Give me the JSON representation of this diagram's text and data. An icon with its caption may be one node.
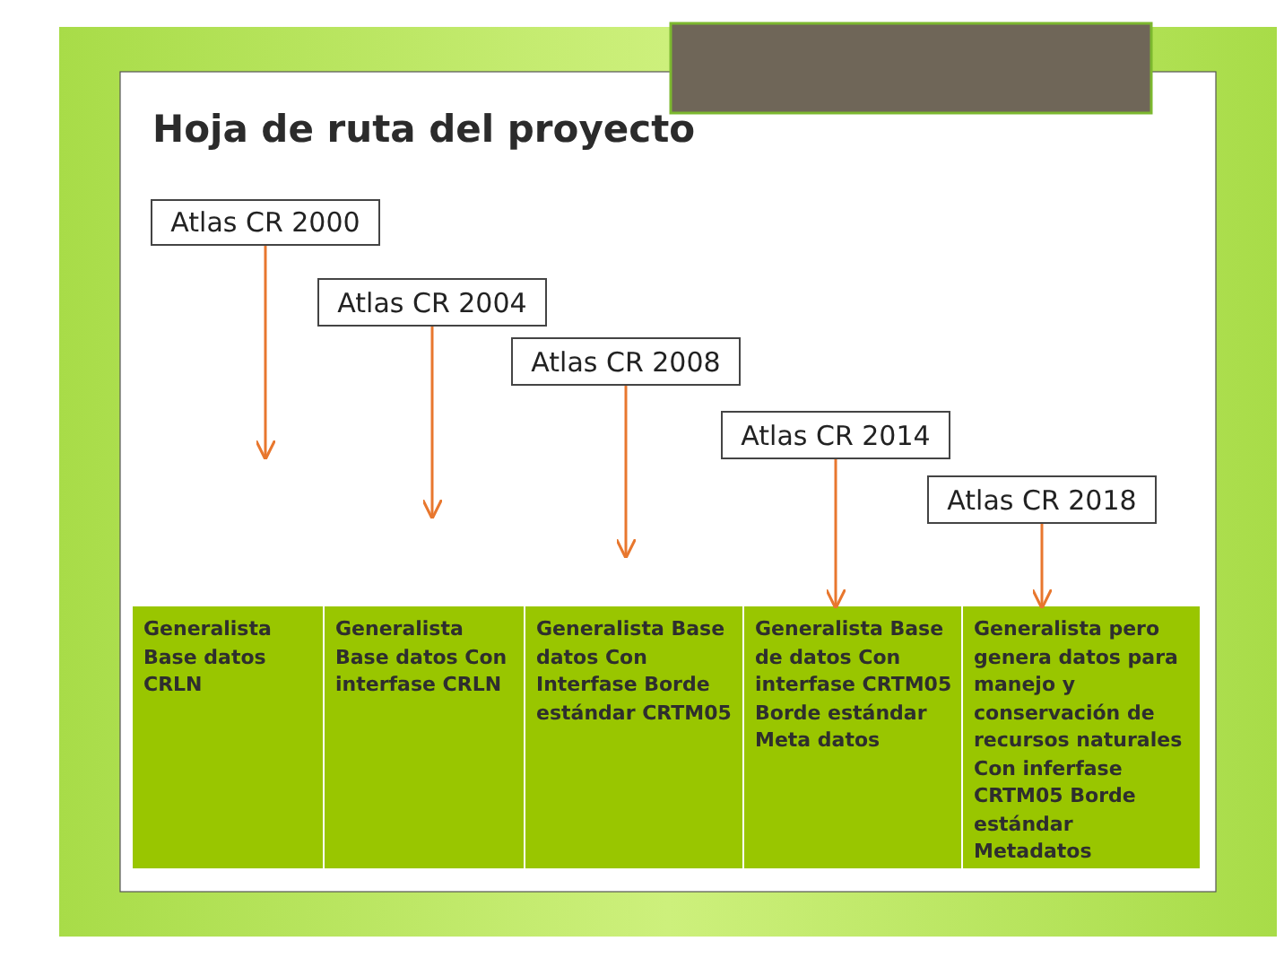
{
  "diagram": {
    "title": "Hoja de ruta del proyecto",
    "nodes": [
      {
        "text": [
          "Atlas CR 2000"
        ]
      },
      {
        "text": [
          "Atlas CR 2004"
        ]
      },
      {
        "text": [
          "Atlas CR 2008"
        ]
      },
      {
        "text": [
          "Atlas CR 2014"
        ]
      },
      {
        "text": [
          "Atlas CR 2018"
        ]
      },
      {
        "text": [
          "Generalista Base datos CRLN"
        ]
      },
      {
        "text": [
          "Generalista Base datos Con interfase CRLN"
        ]
      },
      {
        "text": [
          "Generalista Base datos Con Interfase Borde estándar CRTM05"
        ]
      },
      {
        "text": [
          "Generalista Base de datos Con interfase CRTM05 Borde estándar Meta datos"
        ]
      },
      {
        "text": [
          "Generalista pero genera datos para manejo y conservación de recursos naturales Con inferfase CRTM05 Borde estándar Metadatos"
        ]
      }
    ],
    "edges": [
      {
        "from": 0,
        "to": null,
        "arrow": "to"
      },
      {
        "from": 1,
        "to": null,
        "arrow": "to"
      },
      {
        "from": 2,
        "to": null,
        "arrow": "to"
      },
      {
        "from": 3,
        "to": 8,
        "arrow": "to"
      },
      {
        "from": 4,
        "to": 9,
        "arrow": "to"
      }
    ]
  }
}
